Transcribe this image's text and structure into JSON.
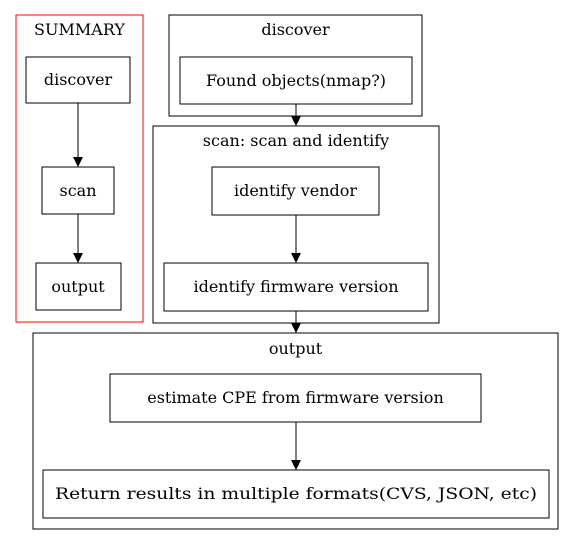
{
  "colors": {
    "summary_border": "#ff0000",
    "line": "#000000",
    "background": "#ffffff"
  },
  "summary": {
    "title": "SUMMARY",
    "nodes": {
      "discover": "discover",
      "scan": "scan",
      "output": "output"
    }
  },
  "discover_cluster": {
    "title": "discover",
    "nodes": {
      "found_objects": "Found objects(nmap?)"
    }
  },
  "scan_cluster": {
    "title": "scan: scan and identify",
    "nodes": {
      "identify_vendor": "identify vendor",
      "identify_firmware": "identify firmware version"
    }
  },
  "output_cluster": {
    "title": "output",
    "nodes": {
      "estimate_cpe": "estimate CPE from firmware version",
      "return_results": "Return results in multiple formats(CVS, JSON, etc)"
    }
  }
}
